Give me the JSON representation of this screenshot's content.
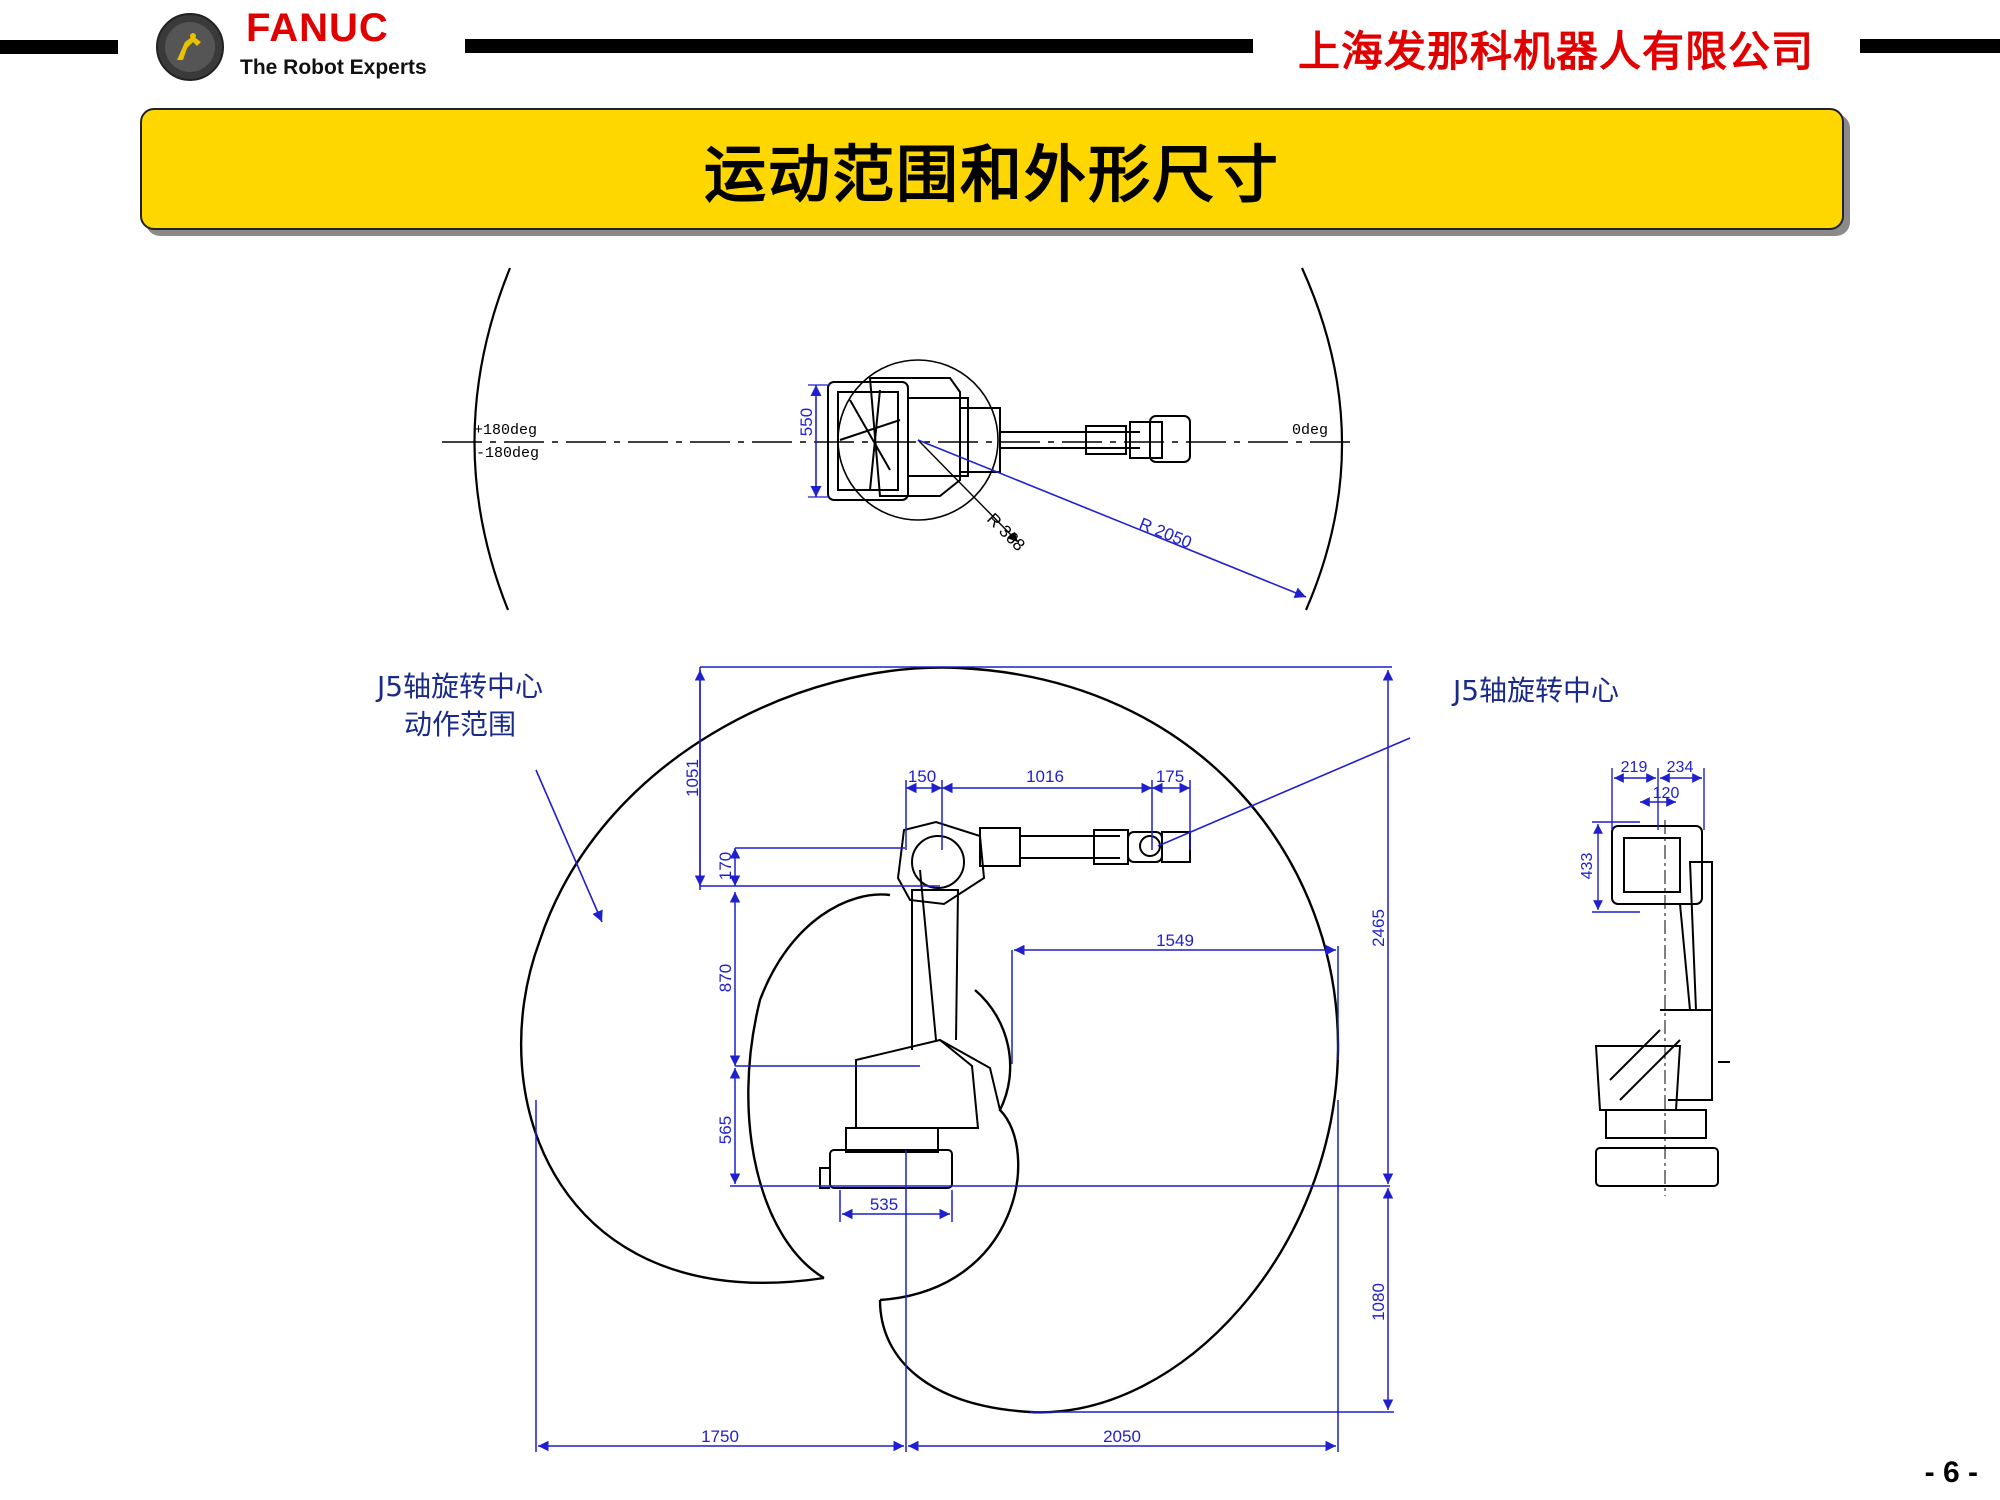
{
  "header": {
    "brand": "FANUC",
    "tagline": "The Robot Experts",
    "company": "上海发那科机器人有限公司",
    "logo_icon": "fanuc-robot-logo-icon"
  },
  "title": "运动范围和外形尺寸",
  "top_view": {
    "angle_plus": "+180deg",
    "angle_minus": "-180deg",
    "angle_zero": "0deg",
    "dim_base": "550",
    "radius_small": "R 368",
    "radius_large": "R 2050"
  },
  "side_view": {
    "dims": {
      "d150": "150",
      "d1016": "1016",
      "d175": "175",
      "d1051": "1051",
      "d170": "170",
      "d870": "870",
      "d565": "565",
      "d535": "535",
      "d1549": "1549",
      "d2465": "2465",
      "d1080": "1080",
      "d1750": "1750",
      "d2050": "2050"
    },
    "callout_left_line1": "J5轴旋转中心",
    "callout_left_line2": "动作范围",
    "callout_right": "J5轴旋转中心"
  },
  "front_view": {
    "d219": "219",
    "d234": "234",
    "d120": "120",
    "d433": "433"
  },
  "page_number": "- 6 -",
  "colors": {
    "brand_red": "#e00000",
    "banner_yellow": "#ffd700",
    "dimension_blue": "#1f1fcf",
    "callout_blue": "#1a2a8a"
  }
}
